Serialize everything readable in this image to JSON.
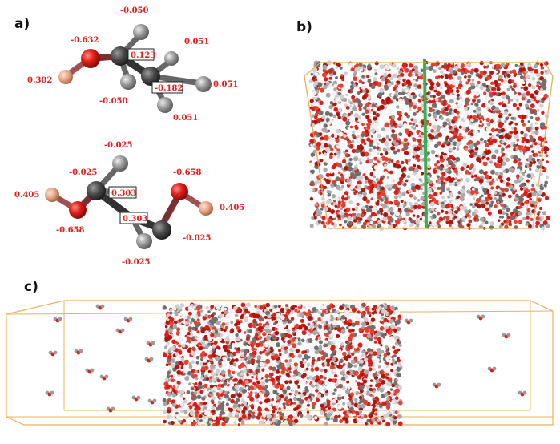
{
  "panels": {
    "a": {
      "label": "a)"
    },
    "b": {
      "label": "b)"
    },
    "c": {
      "label": "c)"
    }
  },
  "molecule_ethanol": {
    "charges": {
      "h_top": "-0.050",
      "o": "-0.632",
      "h_o": "0.302",
      "c1": "0.123",
      "h_c1_low": "-0.050",
      "h_right_top": "0.051",
      "c2": "-0.182",
      "h_right": "0.051",
      "h_bottom": "0.051"
    }
  },
  "molecule_glycol": {
    "charges": {
      "h_top": "-0.025",
      "h_left_top": "-0.025",
      "c1": "0.303",
      "o_right": "-0.658",
      "h_left": "0.405",
      "h_right": "0.405",
      "o_left": "-0.658",
      "c2": "0.303",
      "h_right_low": "-0.025",
      "h_bottom": "-0.025"
    }
  },
  "colors": {
    "oxygen": "#e0201c",
    "carbon": "#4a4a4a",
    "hydrogen_c": "#9a9a9a",
    "hydrogen_o": "#e8a88a",
    "box": "#e8b060",
    "interface": "#38b050"
  }
}
